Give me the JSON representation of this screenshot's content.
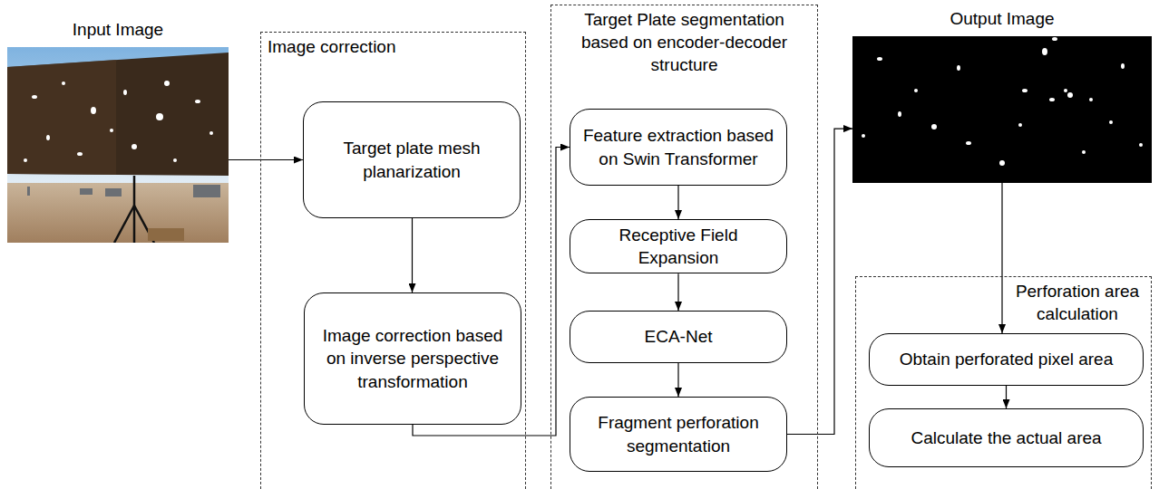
{
  "diagram": {
    "nodes": [
      {
        "text": [
          "Input Image"
        ]
      },
      {
        "text": [
          "Image correction"
        ]
      },
      {
        "text": [
          "Target plate mesh planarization"
        ],
        "in": 1
      },
      {
        "text": [
          "Image correction based on inverse perspective transformation"
        ],
        "in": 1
      },
      {
        "text": [
          "Target Plate segmentation based on encoder-decoder structure"
        ]
      },
      {
        "text": [
          "Feature extraction based on Swin Transformer"
        ],
        "in": 4
      },
      {
        "text": [
          "Receptive Field Expansion"
        ],
        "in": 4
      },
      {
        "text": [
          "ECA-Net"
        ],
        "in": 4
      },
      {
        "text": [
          "Fragment perforation segmentation"
        ],
        "in": 4
      },
      {
        "text": [
          "Output Image"
        ]
      },
      {
        "text": [
          "Perforation area calculation"
        ]
      },
      {
        "text": [
          "Obtain perforated pixel area"
        ],
        "in": 10
      },
      {
        "text": [
          "Calculate the actual area"
        ],
        "in": 10
      }
    ],
    "edges": [
      {
        "from": 0,
        "to": 2,
        "arrow": "to"
      },
      {
        "from": 2,
        "to": 3,
        "arrow": "to"
      },
      {
        "from": 3,
        "to": 5,
        "arrow": "to"
      },
      {
        "from": 5,
        "to": 6,
        "arrow": "to"
      },
      {
        "from": 6,
        "to": 7,
        "arrow": "to"
      },
      {
        "from": 7,
        "to": 8,
        "arrow": "to"
      },
      {
        "from": 8,
        "to": 9,
        "arrow": "to"
      },
      {
        "from": 9,
        "to": 11,
        "arrow": "to"
      },
      {
        "from": 11,
        "to": 12,
        "arrow": "to"
      }
    ]
  }
}
